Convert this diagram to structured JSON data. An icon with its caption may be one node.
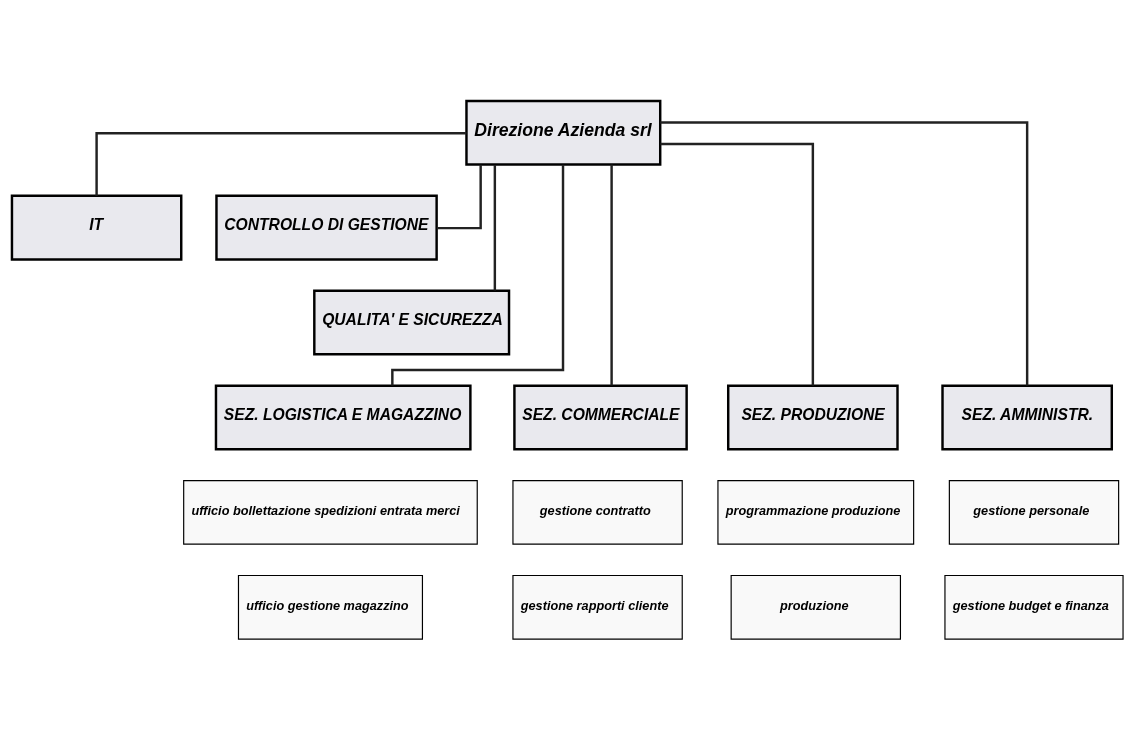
{
  "diagram": {
    "nodes": [
      {
        "text": [
          "Direzione Azienda srl"
        ]
      },
      {
        "text": [
          "IT"
        ]
      },
      {
        "text": [
          "CONTROLLO DI GESTIONE"
        ]
      },
      {
        "text": [
          "QUALITA' E SICUREZZA"
        ]
      },
      {
        "text": [
          "SEZ. LOGISTICA E MAGAZZINO"
        ]
      },
      {
        "text": [
          "SEZ. COMMERCIALE"
        ]
      },
      {
        "text": [
          "SEZ. PRODUZIONE"
        ]
      },
      {
        "text": [
          "SEZ. AMMINISTR."
        ]
      },
      {
        "text": [
          "ufficio bollettazione spedizioni entrata merci"
        ]
      },
      {
        "text": [
          "ufficio gestione magazzino"
        ]
      },
      {
        "text": [
          "gestione contratto"
        ]
      },
      {
        "text": [
          "gestione rapporti cliente"
        ]
      },
      {
        "text": [
          "programmazione produzione"
        ]
      },
      {
        "text": [
          "produzione"
        ]
      },
      {
        "text": [
          "gestione personale"
        ]
      },
      {
        "text": [
          "gestione budget e finanza"
        ]
      }
    ],
    "edges": [
      {
        "from": 0,
        "to": 1,
        "arrow": "none"
      },
      {
        "from": 0,
        "to": 2,
        "arrow": "none"
      },
      {
        "from": 0,
        "to": 3,
        "arrow": "none"
      },
      {
        "from": 0,
        "to": 4,
        "arrow": "none"
      },
      {
        "from": 0,
        "to": 5,
        "arrow": "none"
      },
      {
        "from": 0,
        "to": 6,
        "arrow": "none"
      },
      {
        "from": 0,
        "to": 7,
        "arrow": "none"
      }
    ]
  }
}
